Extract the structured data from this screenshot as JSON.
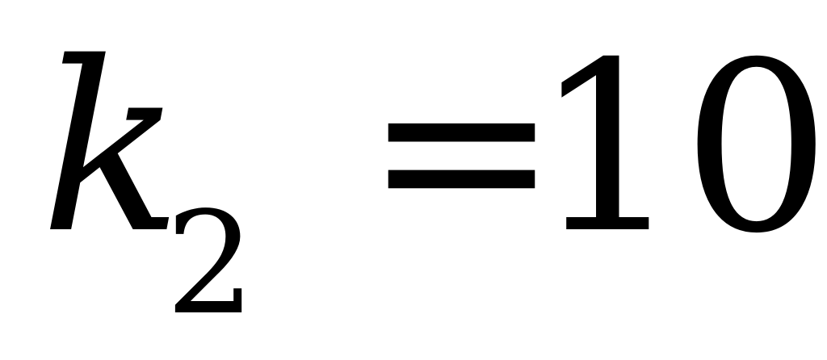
{
  "equation": {
    "variable": "k",
    "subscript": "2",
    "operator": "=",
    "value": "10"
  }
}
